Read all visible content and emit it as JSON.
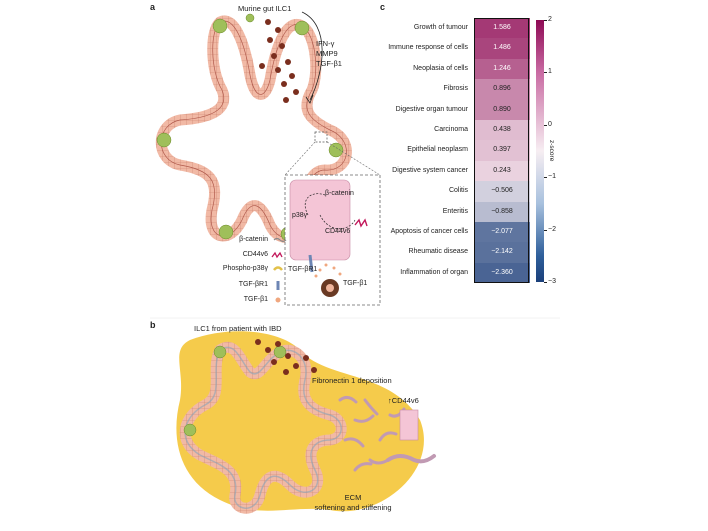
{
  "panel_a": {
    "letter": "a",
    "title": "Murine gut ILC1",
    "cytokines": [
      "IFN-γ",
      "MMP9",
      "TGF-β1"
    ],
    "inset_labels": {
      "beta_catenin": "β-catenin",
      "p38": "p38γ",
      "cd44v6": "CD44v6",
      "tgfbr1": "TGF-βR1",
      "tgfb1": "TGF-β1"
    },
    "legend": [
      {
        "label": "β-catenin",
        "icon": "beta-catenin-icon"
      },
      {
        "label": "CD44v6",
        "icon": "cd44v6-icon"
      },
      {
        "label": "Phospho-p38γ",
        "icon": "phospho-p38-icon"
      },
      {
        "label": "TGF-βR1",
        "icon": "tgfbr1-icon"
      },
      {
        "label": "TGF-β1",
        "icon": "tgfb1-icon"
      }
    ]
  },
  "panel_b": {
    "letter": "b",
    "title": "ILC1 from patient with IBD",
    "fibronectin": "Fibronectin 1 deposition",
    "cd44": "↑CD44v6",
    "ecm_line1": "ECM",
    "ecm_line2": "softening and stiffening"
  },
  "panel_c": {
    "letter": "c",
    "colorbar_label": "z-score",
    "colorbar_ticks": [
      "2",
      "1",
      "0",
      "−1",
      "−2",
      "−3"
    ],
    "colors": {
      "high": "#8e0a55",
      "mid": "#f7eef2",
      "low": "#1b3f7a"
    },
    "rows": [
      {
        "label": "Growth of tumour",
        "value": "1.586"
      },
      {
        "label": "Immune response of cells",
        "value": "1.486"
      },
      {
        "label": "Neoplasia of cells",
        "value": "1.246"
      },
      {
        "label": "Fibrosis",
        "value": "0.896"
      },
      {
        "label": "Digestive organ tumour",
        "value": "0.890"
      },
      {
        "label": "Carcinoma",
        "value": "0.438"
      },
      {
        "label": "Epithelial neoplasm",
        "value": "0.397"
      },
      {
        "label": "Digestive system cancer",
        "value": "0.243"
      },
      {
        "label": "Colitis",
        "value": "−0.506"
      },
      {
        "label": "Enteritis",
        "value": "−0.858"
      },
      {
        "label": "Apoptosis of cancer cells",
        "value": "−2.077"
      },
      {
        "label": "Rheumatic disease",
        "value": "−2.142"
      },
      {
        "label": "Inflammation of organ",
        "value": "−2.360"
      }
    ]
  }
}
